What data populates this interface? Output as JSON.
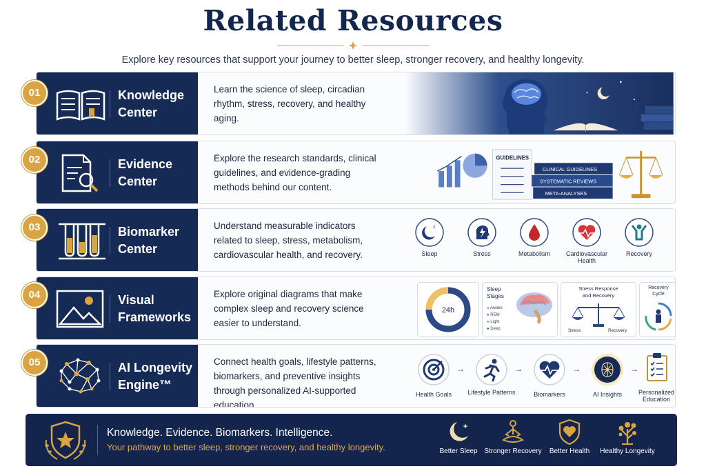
{
  "page": {
    "title": "Related Resources",
    "subtitle": "Explore key resources that support your journey to better sleep, stronger recovery, and healthy longevity."
  },
  "colors": {
    "navy": "#152a55",
    "gold": "#d9a441",
    "text": "#1d2740"
  },
  "cards": [
    {
      "number": "01",
      "title_line1": "Knowledge",
      "title_line2": "Center",
      "icon": "open-book-icon",
      "description": "Learn the science of sleep, circadian rhythm, stress, recovery, and healthy aging."
    },
    {
      "number": "02",
      "title_line1": "Evidence",
      "title_line2": "Center",
      "icon": "document-search-icon",
      "description": "Explore the research standards, clinical guidelines, and evidence-grading methods behind our content.",
      "visual": {
        "guidelines": "GUIDELINES",
        "book1": "CLINICAL GUIDELINES",
        "book2": "SYSTEMATIC REVIEWS",
        "book3": "META-ANALYSES"
      }
    },
    {
      "number": "03",
      "title_line1": "Biomarker",
      "title_line2": "Center",
      "icon": "test-tubes-icon",
      "description": "Understand measurable indicators related to sleep, stress, metabolism, cardiovascular health, and recovery.",
      "visual": {
        "items": [
          "Sleep",
          "Stress",
          "Metabolism",
          "Cardiovascular Health",
          "Recovery"
        ]
      }
    },
    {
      "number": "04",
      "title_line1": "Visual",
      "title_line2": "Frameworks",
      "icon": "image-frame-icon",
      "description": "Explore original diagrams that make complex sleep and recovery science easier to understand.",
      "visual": {
        "clock": "24h",
        "stages_title_1": "Sleep",
        "stages_title_2": "Stages",
        "stages": [
          "Awake",
          "REM",
          "Light",
          "Deep"
        ],
        "stress_title_1": "Stress Response",
        "stress_title_2": "and Recovery",
        "stress_left": "Stress",
        "stress_right": "Recovery",
        "cycle_title_1": "Recovery",
        "cycle_title_2": "Cycle"
      }
    },
    {
      "number": "05",
      "title_line1": "AI Longevity",
      "title_line2": "Engine™",
      "icon": "neural-brain-icon",
      "description": "Connect health goals, lifestyle patterns, biomarkers, and preventive insights through personalized AI-supported education.",
      "visual": {
        "steps": [
          "Health Goals",
          "Lifestyle Patterns",
          "Biomarkers",
          "AI Insights",
          "Personalized Education"
        ],
        "arrow": "→"
      }
    }
  ],
  "banner": {
    "line1": "Knowledge. Evidence. Biomarkers. Intelligence.",
    "line2": "Your pathway to better sleep, stronger recovery, and healthy longevity.",
    "items": [
      {
        "label": "Better Sleep",
        "icon": "moon-icon"
      },
      {
        "label": "Stronger Recovery",
        "icon": "meditation-icon"
      },
      {
        "label": "Better Health",
        "icon": "heart-shield-icon"
      },
      {
        "label": "Healthy Longevity",
        "icon": "tree-icon"
      }
    ]
  }
}
